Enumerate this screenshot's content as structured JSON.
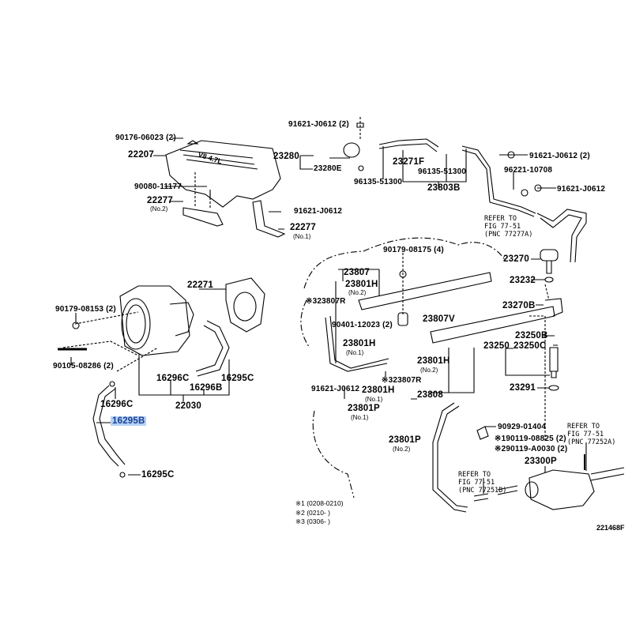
{
  "figure_id": "221468F",
  "labels": {
    "p1": "91621-J0612 (2)",
    "p2": "90176-06023 (2)",
    "p3": "22207",
    "p4": "23280",
    "p5": "23280E",
    "p6": "23271F",
    "p7": "96135-51300",
    "p8": "96135-51300",
    "p9": "23803B",
    "p10": "91621-J0612 (2)",
    "p11": "96221-10708",
    "p12": "91621-J0612",
    "p13": "90080-11177",
    "p14": "22277",
    "p15": "91621-J0612",
    "p16": "22277",
    "p17": "90179-08175 (4)",
    "p18": "23270",
    "p19": "23807",
    "p20": "23801H",
    "p21": "23232",
    "p22": "※323807R",
    "p23": "23270B",
    "p24": "22271",
    "p25": "90179-08153 (2)",
    "p26": "90401-12023 (2)",
    "p27": "23807V",
    "p28": "23801H",
    "p29": "23250B",
    "p30": "23250",
    "p31": "23250C",
    "p32": "90105-08286 (2)",
    "p33": "16296C",
    "p34": "16296B",
    "p35": "16295C",
    "p36": "23801H",
    "p37": "※323807R",
    "p38": "91621-J0612",
    "p39": "23801H",
    "p40": "23291",
    "p41": "16296C",
    "p42": "23808",
    "p43": "22030",
    "p44": "23801P",
    "p45": "90929-01404",
    "p46": "16295B",
    "p47": "23801P",
    "p48": "※190119-08825 (2)",
    "p49": "※290119-A0030 (2)",
    "p50": "23300P",
    "p51": "16295C"
  },
  "sublabels": {
    "s14": "(No.2)",
    "s16": "(No.1)",
    "s20": "(No.2)",
    "s28": "(No.1)",
    "s36": "(No.2)",
    "s39": "(No.1)",
    "s44": "(No.1)",
    "s47": "(No.2)"
  },
  "references": [
    {
      "line1": "REFER TO",
      "line2": "FIG 77-51",
      "line3": "(PNC 77277A)"
    },
    {
      "line1": "REFER TO",
      "line2": "FIG 77-51",
      "line3": "(PNC 77252A)"
    },
    {
      "line1": "REFER TO",
      "line2": "FIG 77-51",
      "line3": "(PNC 77251B)"
    }
  ],
  "notes": [
    "※1 (0208-0210)",
    "※2 (0210-      )",
    "※3 (0306-      )"
  ],
  "cover_logo": "V8 4.7L",
  "highlight_color": "#b4d2f8"
}
